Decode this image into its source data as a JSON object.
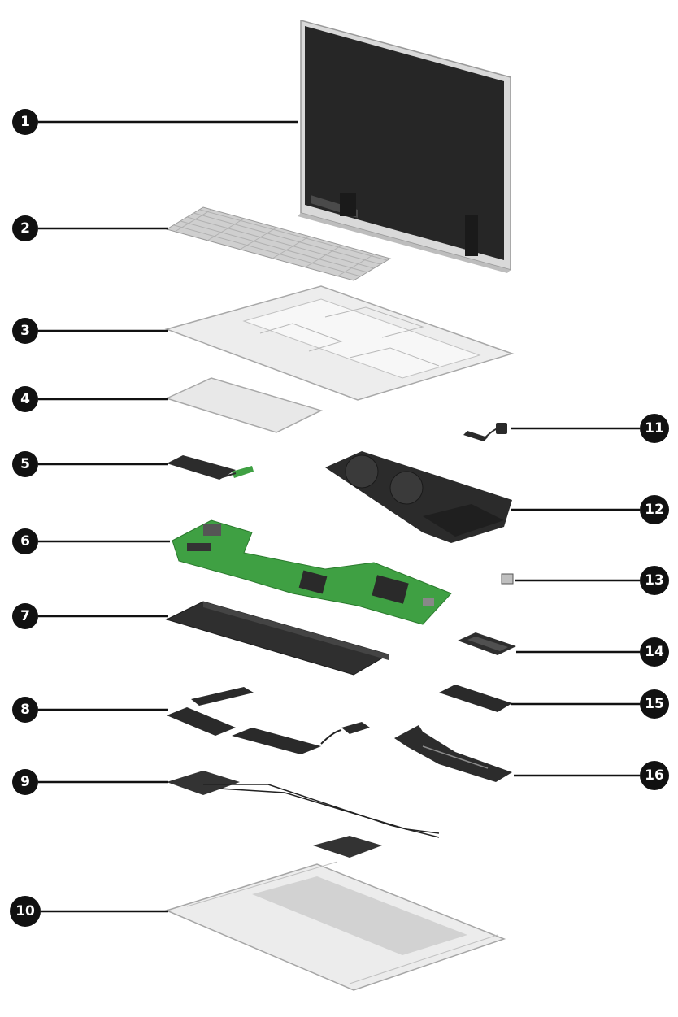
{
  "callouts": {
    "c1": {
      "label": "1"
    },
    "c2": {
      "label": "2"
    },
    "c3": {
      "label": "3"
    },
    "c4": {
      "label": "4"
    },
    "c5": {
      "label": "5"
    },
    "c6": {
      "label": "6"
    },
    "c7": {
      "label": "7"
    },
    "c8": {
      "label": "8"
    },
    "c9": {
      "label": "9"
    },
    "c10": {
      "label": "10"
    },
    "c11": {
      "label": "11"
    },
    "c12": {
      "label": "12"
    },
    "c13": {
      "label": "13"
    },
    "c14": {
      "label": "14"
    },
    "c15": {
      "label": "15"
    },
    "c16": {
      "label": "16"
    }
  },
  "colors": {
    "callout": "#111111",
    "display_panel": "#262626",
    "chassis_silver": "#e9e9e9",
    "system_board_green": "#3fa043",
    "battery": "#2f2f2f"
  }
}
